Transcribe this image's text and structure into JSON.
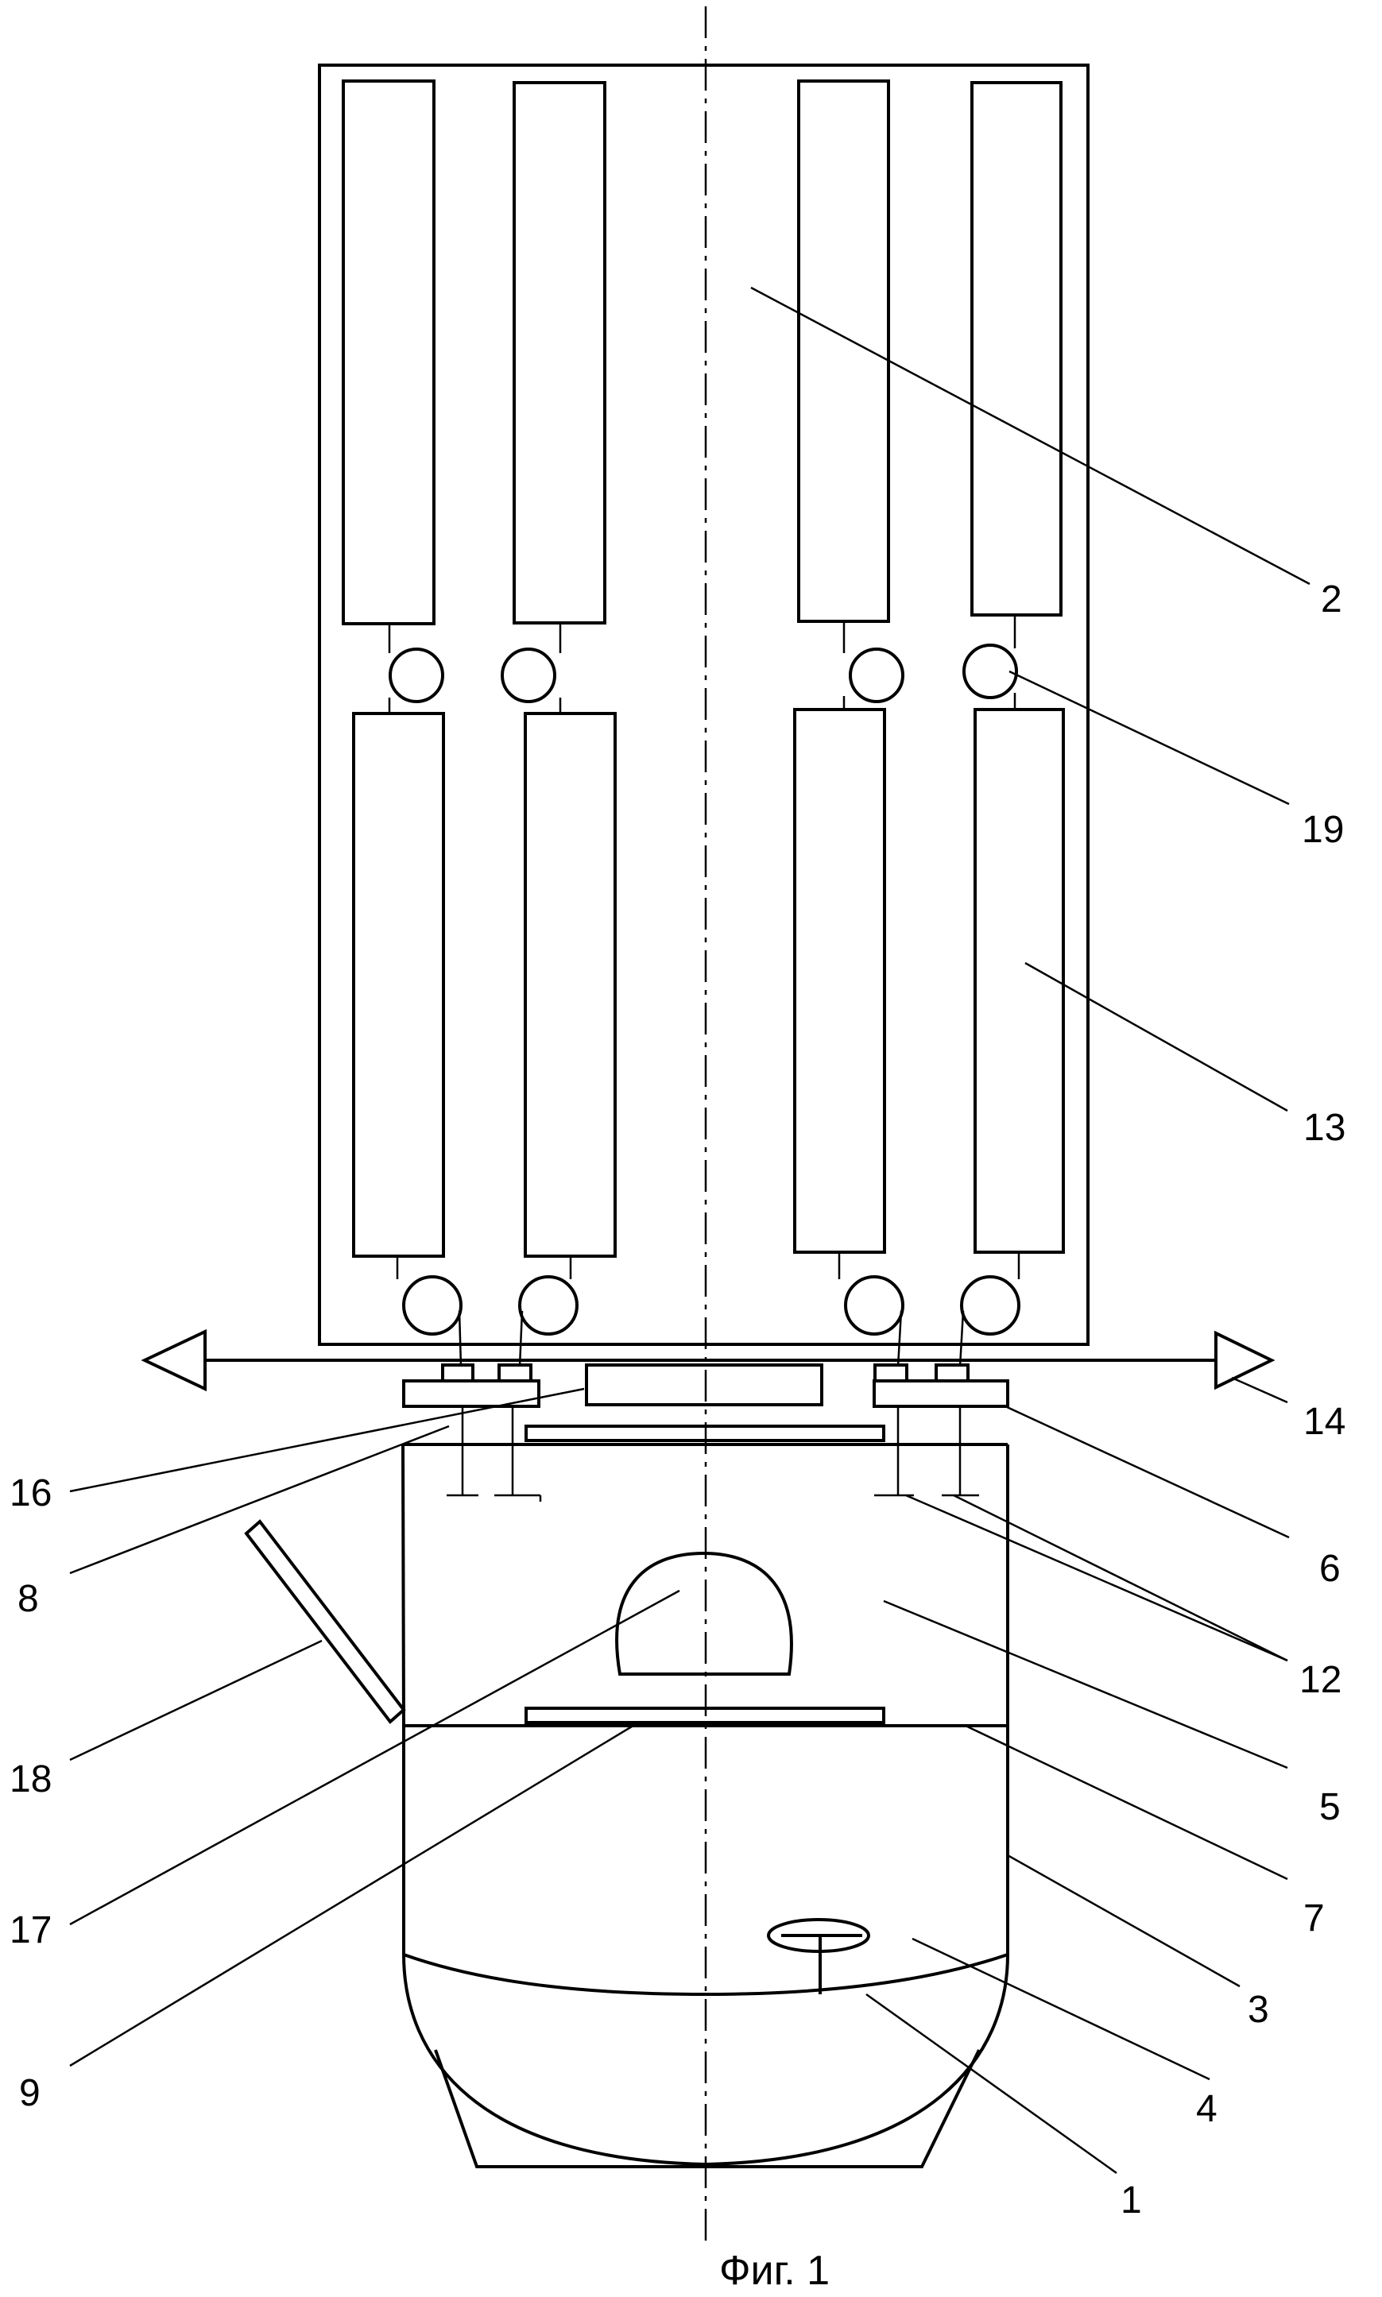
{
  "caption": "Фиг. 1",
  "labels": {
    "l1": "1",
    "l2": "2",
    "l3": "3",
    "l4": "4",
    "l5": "5",
    "l6": "6",
    "l7": "7",
    "l8": "8",
    "l9": "9",
    "l12": "12",
    "l13": "13",
    "l14": "14",
    "l16": "16",
    "l17": "17",
    "l18": "18",
    "l19": "19"
  },
  "colors": {
    "ink": "#000000",
    "paper": "#ffffff"
  }
}
